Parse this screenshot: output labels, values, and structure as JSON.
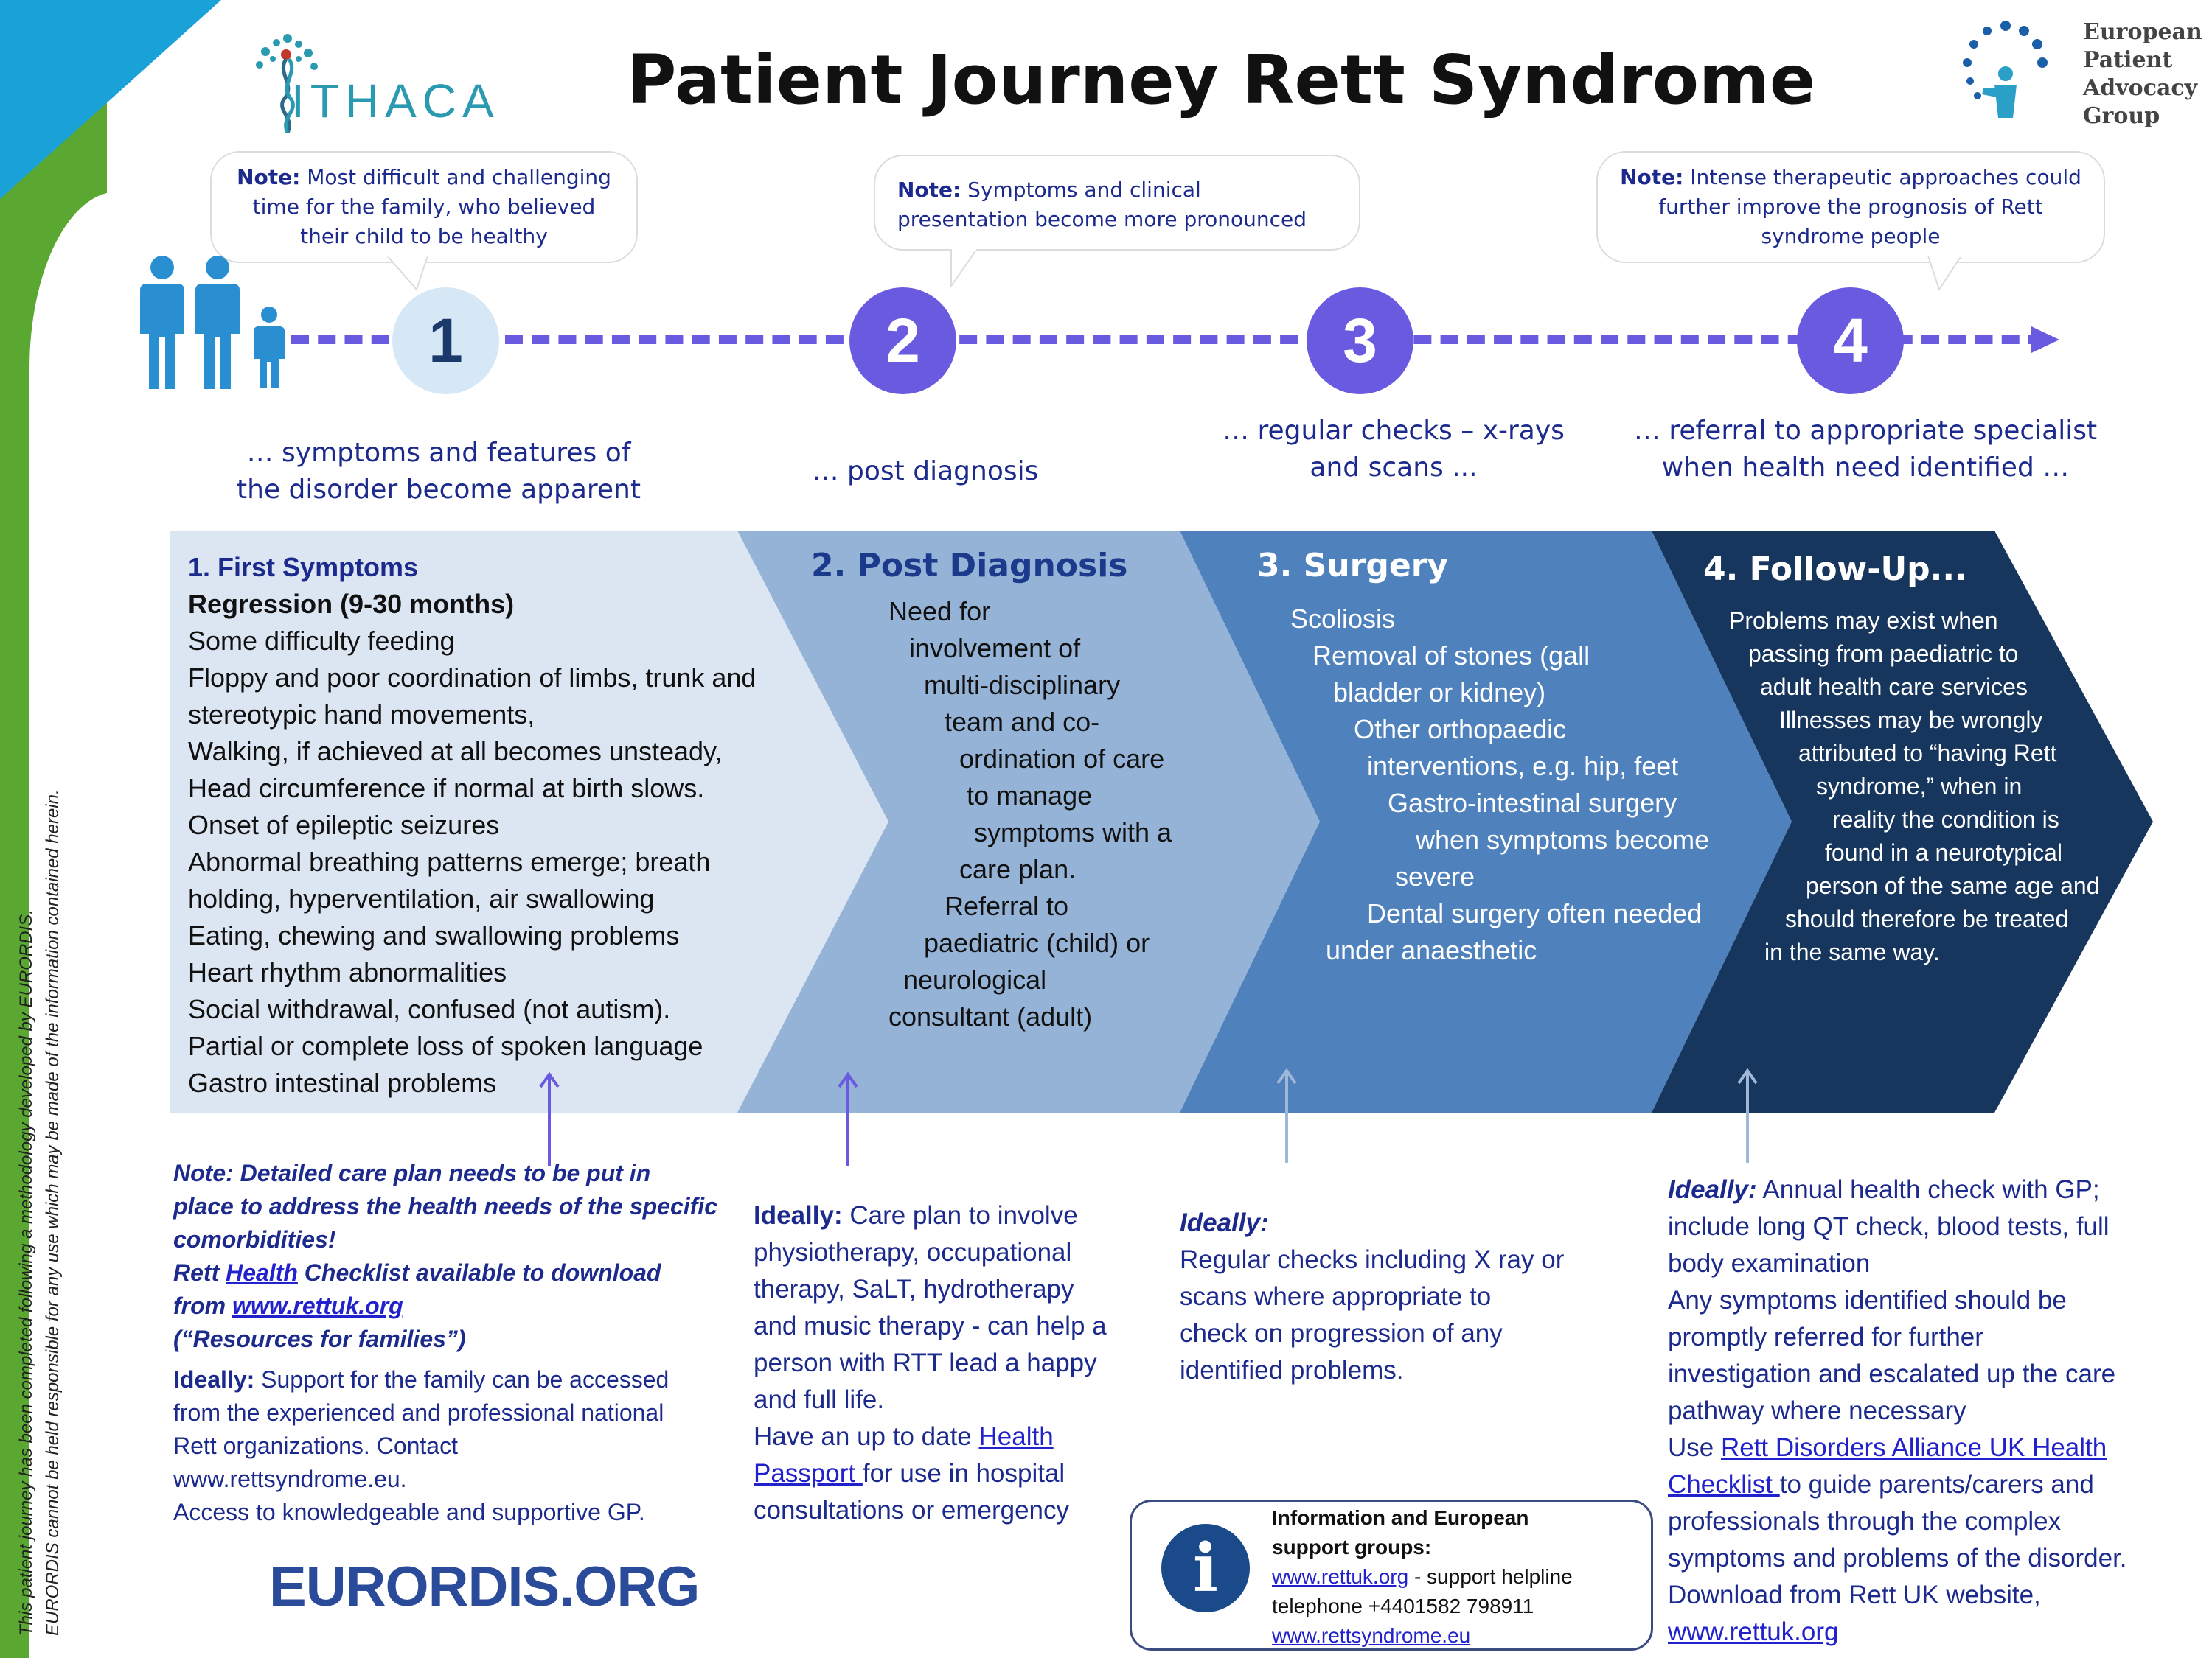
{
  "title": "Patient Journey Rett Syndrome",
  "logos": {
    "ithaca": "ITHACA",
    "epag": [
      "European",
      "Patient",
      "Advocacy",
      "Group"
    ],
    "eurordis": "EURORDIS.ORG"
  },
  "side_text": [
    "This patient journey has been completed following a methodology developed by EURORDIS.",
    "EURORDIS cannot be held responsible for any use which may be made of the information contained herein."
  ],
  "bubbles": [
    {
      "label": "Note:",
      "text": " Most difficult and challenging time for the family, who believed their child to be healthy"
    },
    {
      "label": "Note:",
      "text": " Symptoms and clinical presentation become more pronounced"
    },
    {
      "label": "Note:",
      "text": " Intense therapeutic approaches could further improve the prognosis of Rett syndrome people"
    }
  ],
  "steps": [
    {
      "number": "1",
      "caption": [
        "… symptoms and features of",
        "the disorder become apparent"
      ]
    },
    {
      "number": "2",
      "caption": [
        "… post diagnosis"
      ]
    },
    {
      "number": "3",
      "caption": [
        "… regular checks – x-rays",
        "and scans ..."
      ]
    },
    {
      "number": "4",
      "caption": [
        "… referral to appropriate specialist",
        "when health need identified …"
      ]
    }
  ],
  "panels": {
    "p1": {
      "title": "1. First Symptoms",
      "subtitle": "Regression (9-30 months)",
      "lines": [
        "Some difficulty feeding",
        "Floppy and poor coordination of limbs, trunk and",
        "stereotypic hand movements,",
        "Walking, if achieved at all becomes unsteady,",
        "Head circumference if normal at birth slows.",
        "Onset of epileptic seizures",
        "Abnormal breathing patterns emerge; breath",
        "holding, hyperventilation, air swallowing",
        "Eating, chewing and swallowing problems",
        "Heart rhythm abnormalities",
        "Social withdrawal, confused (not autism).",
        "Partial or complete loss of spoken language",
        "Gastro intestinal problems"
      ]
    },
    "p2": {
      "title": "2. Post Diagnosis",
      "lines": [
        "Need for",
        "involvement of",
        "multi-disciplinary",
        "team and co-",
        "ordination of care",
        "to manage",
        "symptoms with a",
        "care plan.",
        "Referral to",
        "paediatric (child) or",
        "neurological",
        "consultant (adult)"
      ]
    },
    "p3": {
      "title": "3. Surgery",
      "lines": [
        "Scoliosis",
        "Removal of stones (gall",
        "bladder or kidney)",
        "Other orthopaedic",
        "interventions, e.g. hip, feet",
        "Gastro-intestinal surgery",
        "when symptoms become",
        "severe",
        "Dental surgery often needed",
        "under anaesthetic"
      ]
    },
    "p4": {
      "title": "4. Follow-Up...",
      "lines": [
        "Problems may exist when",
        "passing from paediatric to",
        "adult health care services",
        "Illnesses may be wrongly",
        "attributed to “having Rett",
        "syndrome,” when in",
        "reality  the condition is",
        "found in a neurotypical",
        "person of the same age and",
        "should therefore be treated",
        "in the same way."
      ]
    }
  },
  "bottom": {
    "col1": {
      "note_lines": [
        "Note: Detailed care plan needs to be put in",
        "place to address the health needs of the specific",
        "comorbidities!"
      ],
      "rett_prefix": "Rett ",
      "rett_link": "Health",
      "rett_suffix": " Checklist available to download",
      "from_prefix": "from ",
      "from_link": "www.rettuk.org",
      "resources": "(“Resources for families”)",
      "ideally_label": "Ideally:",
      "ideally_lines": [
        " Support for the family can be accessed",
        "from the experienced and professional national",
        "Rett organizations. Contact",
        "www.rettsyndrome.eu.",
        "Access to knowledgeable and supportive GP."
      ]
    },
    "col2": {
      "ideally_label": "Ideally:",
      "lines": [
        " Care plan to involve",
        "physiotherapy, occupational",
        "therapy, SaLT, hydrotherapy",
        "and music therapy - can help a",
        "person with RTT  lead a happy",
        "and full life."
      ],
      "passport_prefix": "Have an up to date ",
      "passport_link1": "Health",
      "passport_link2": "Passport ",
      "passport_suffix": "for use in hospital",
      "passport_last": "consultations or emergency"
    },
    "col3": {
      "ideally_label": "Ideally:",
      "lines": [
        "Regular checks including X ray or",
        "scans where appropriate to",
        "check on progression of any",
        "identified problems."
      ]
    },
    "col4": {
      "ideally_label": "Ideally:",
      "lines": [
        " Annual health check with GP;",
        "include long QT check, blood tests, full",
        "body examination",
        "Any symptoms identified should be",
        "promptly referred for further",
        "investigation and escalated up the care",
        "pathway where necessary"
      ],
      "use_prefix": "Use ",
      "use_link1": "Rett Disorders Alliance UK Health",
      "use_link2": "Checklist ",
      "use_suffix": "to guide parents/carers and",
      "tail_lines": [
        "professionals through the complex",
        "symptoms and problems of the disorder.",
        "Download from Rett UK website,"
      ],
      "final_link": "www.rettuk.org"
    }
  },
  "info_box": {
    "title_lines": [
      "Information and European",
      "support groups:"
    ],
    "link1": "www.rettuk.org",
    "link1_suffix": " - support helpline",
    "phone": "telephone +4401582 798911",
    "link2": "www.rettsyndrome.eu"
  },
  "colors": {
    "panel1": "#dce6f2",
    "panel2": "#95b3d7",
    "panel3": "#4f81bd",
    "panel4": "#17365d",
    "timeline": "#6a5ae0",
    "text_blue": "#1b2a8c"
  }
}
